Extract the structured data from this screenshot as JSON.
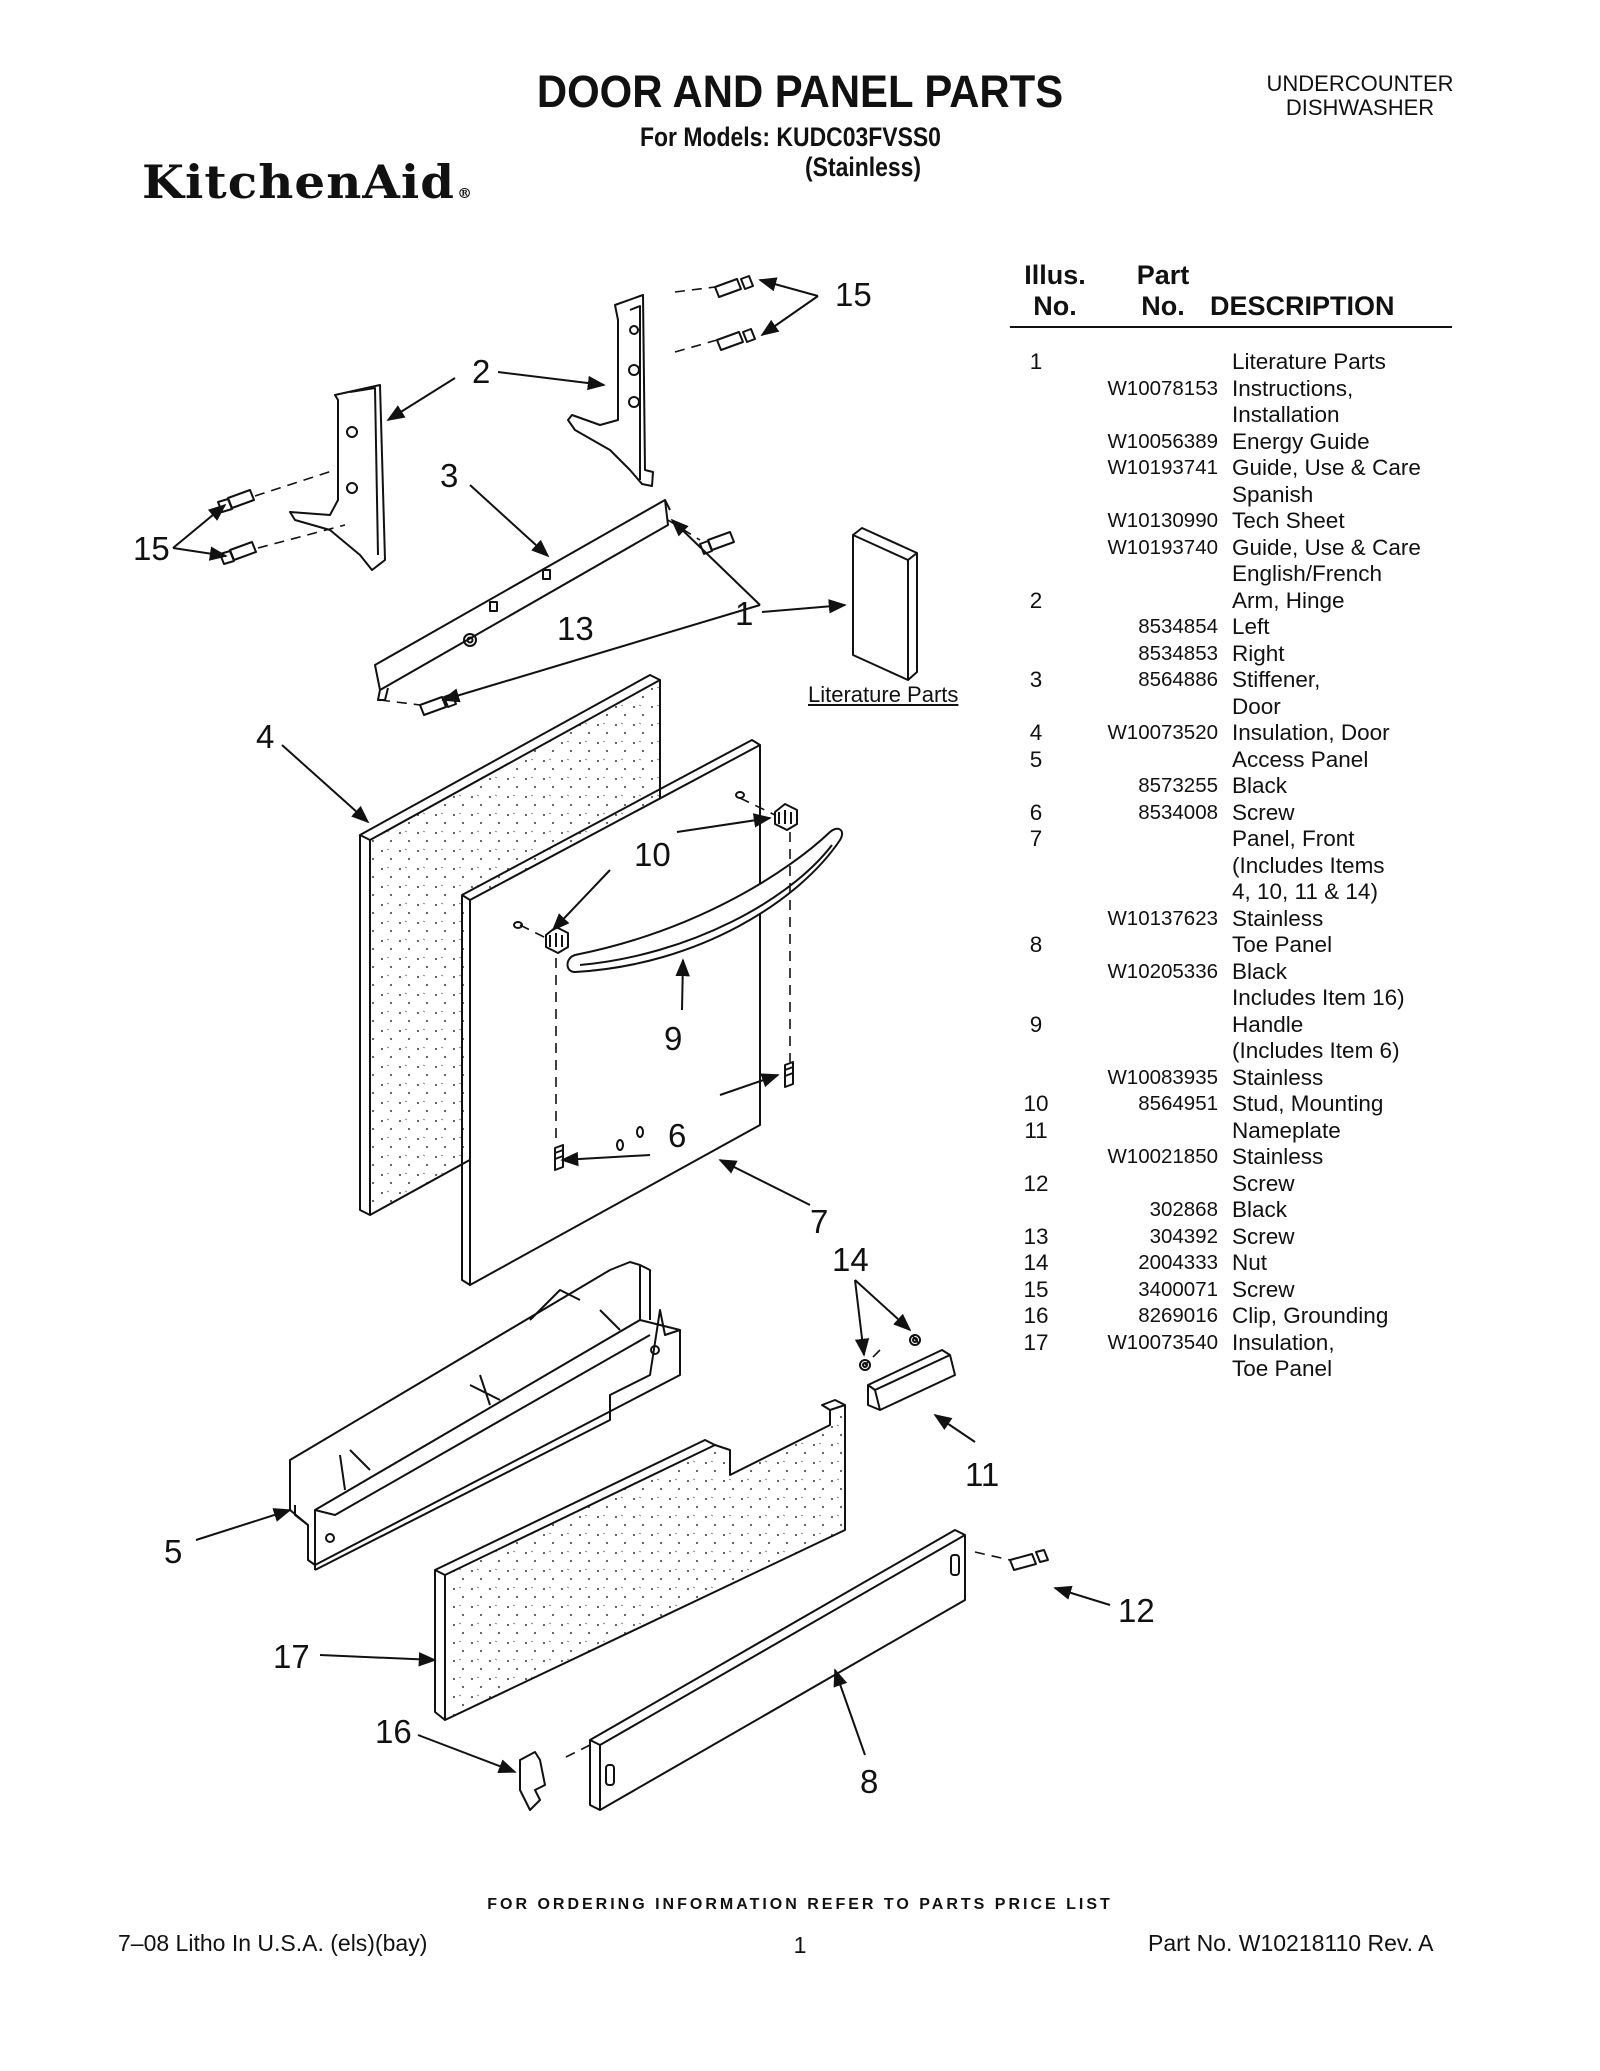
{
  "header": {
    "title": "DOOR AND PANEL PARTS",
    "models": "For Models: KUDC03FVSS0",
    "variant": "(Stainless)",
    "appliance_line1": "UNDERCOUNTER",
    "appliance_line2": "DISHWASHER",
    "brand": "KitchenAid",
    "brand_mark": "®"
  },
  "diagram": {
    "callouts": [
      "15",
      "2",
      "3",
      "15",
      "13",
      "1",
      "4",
      "10",
      "9",
      "6",
      "7",
      "14",
      "5",
      "11",
      "12",
      "17",
      "16",
      "8"
    ],
    "literature_caption": "Literature Parts"
  },
  "table": {
    "header_illus": [
      "Illus.",
      "No."
    ],
    "header_part": [
      "Part",
      "No."
    ],
    "header_desc": "DESCRIPTION",
    "rows": [
      {
        "illus": "1",
        "part": "",
        "desc": "Literature Parts"
      },
      {
        "illus": "",
        "part": "W10078153",
        "desc": "Instructions,"
      },
      {
        "illus": "",
        "part": "",
        "desc": "Installation"
      },
      {
        "illus": "",
        "part": "W10056389",
        "desc": "Energy Guide"
      },
      {
        "illus": "",
        "part": "W10193741",
        "desc": "Guide, Use & Care"
      },
      {
        "illus": "",
        "part": "",
        "desc": "Spanish"
      },
      {
        "illus": "",
        "part": "W10130990",
        "desc": "Tech Sheet"
      },
      {
        "illus": "",
        "part": "W10193740",
        "desc": "Guide, Use & Care"
      },
      {
        "illus": "",
        "part": "",
        "desc": "English/French"
      },
      {
        "illus": "2",
        "part": "",
        "desc": "Arm, Hinge"
      },
      {
        "illus": "",
        "part": "8534854",
        "desc": "Left"
      },
      {
        "illus": "",
        "part": "8534853",
        "desc": "Right"
      },
      {
        "illus": "3",
        "part": "8564886",
        "desc": "Stiffener,"
      },
      {
        "illus": "",
        "part": "",
        "desc": "Door"
      },
      {
        "illus": "4",
        "part": "W10073520",
        "desc": "Insulation, Door"
      },
      {
        "illus": "5",
        "part": "",
        "desc": "Access Panel"
      },
      {
        "illus": "",
        "part": "8573255",
        "desc": "Black"
      },
      {
        "illus": "6",
        "part": "8534008",
        "desc": "Screw"
      },
      {
        "illus": "7",
        "part": "",
        "desc": "Panel, Front"
      },
      {
        "illus": "",
        "part": "",
        "desc": "(Includes Items"
      },
      {
        "illus": "",
        "part": "",
        "desc": "4, 10, 11 & 14)"
      },
      {
        "illus": "",
        "part": "W10137623",
        "desc": "Stainless"
      },
      {
        "illus": "8",
        "part": "",
        "desc": "Toe Panel"
      },
      {
        "illus": "",
        "part": "W10205336",
        "desc": "Black"
      },
      {
        "illus": "",
        "part": "",
        "desc": "Includes Item 16)"
      },
      {
        "illus": "9",
        "part": "",
        "desc": "Handle"
      },
      {
        "illus": "",
        "part": "",
        "desc": "(Includes Item 6)"
      },
      {
        "illus": "",
        "part": "W10083935",
        "desc": "Stainless"
      },
      {
        "illus": "10",
        "part": "8564951",
        "desc": "Stud, Mounting"
      },
      {
        "illus": "11",
        "part": "",
        "desc": "Nameplate"
      },
      {
        "illus": "",
        "part": "W10021850",
        "desc": "Stainless"
      },
      {
        "illus": "12",
        "part": "",
        "desc": "Screw"
      },
      {
        "illus": "",
        "part": "302868",
        "desc": "Black"
      },
      {
        "illus": "13",
        "part": "304392",
        "desc": "Screw"
      },
      {
        "illus": "14",
        "part": "2004333",
        "desc": "Nut"
      },
      {
        "illus": "15",
        "part": "3400071",
        "desc": "Screw"
      },
      {
        "illus": "16",
        "part": "8269016",
        "desc": "Clip, Grounding"
      },
      {
        "illus": "17",
        "part": "W10073540",
        "desc": "Insulation,"
      },
      {
        "illus": "",
        "part": "",
        "desc": "Toe Panel"
      }
    ]
  },
  "footer": {
    "order_note": "FOR ORDERING INFORMATION REFER TO PARTS PRICE LIST",
    "litho": "7–08 Litho In U.S.A. (els)(bay)",
    "page": "1",
    "part_number": "Part No. W10218110 Rev. A"
  }
}
